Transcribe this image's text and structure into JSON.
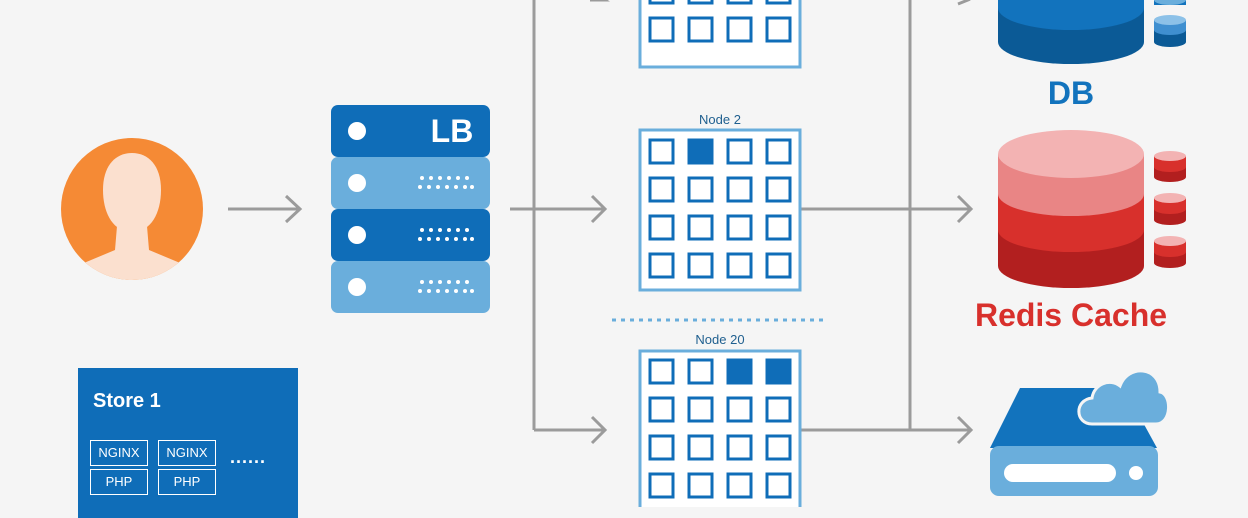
{
  "lb": {
    "label": "LB"
  },
  "nodes": [
    {
      "label": ""
    },
    {
      "label": "Node 2"
    },
    {
      "label": "Node 20"
    }
  ],
  "db": {
    "label": "DB"
  },
  "redis": {
    "label": "Redis Cache"
  },
  "store": {
    "title": "Store 1",
    "items": [
      {
        "top": "NGINX",
        "bottom": "PHP"
      },
      {
        "top": "NGINX",
        "bottom": "PHP"
      }
    ],
    "more": "......"
  },
  "colors": {
    "blue": "#0f6db8",
    "light_blue": "#6aaedc",
    "arrow": "#9b9b9b",
    "user": "#f58a35",
    "redis": "#d8302c"
  }
}
